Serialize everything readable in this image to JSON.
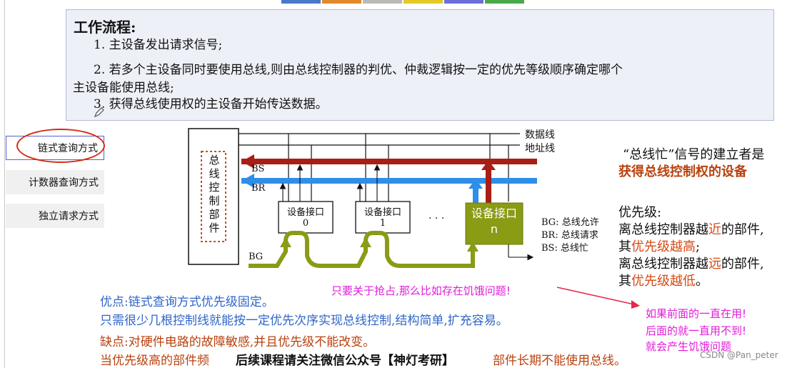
{
  "colors": {
    "top_tabs": [
      "#4a79c8",
      "#e08a2a",
      "#b9b9b9",
      "#e3c926",
      "#6b6fd6",
      "#4aa84a"
    ],
    "bs_line": "#a81d14",
    "br_line": "#2f8ee8",
    "bg_line": "#8a9b14",
    "device_n": "#8a9b14",
    "pink": "#e21cd8",
    "red_orange": "#d64a12",
    "blue_text": "#2f66c8"
  },
  "workflow": {
    "title": "工作流程:",
    "step1": "1. 主设备发出请求信号;",
    "step2a": "2. 若多个主设备同时要使用总线,则由总线控制器的判优、仲裁逻辑按一定的优先等级顺序确定哪个",
    "step2b": "主设备能使用总线;",
    "step3": "3. 获得总线使用权的主设备开始传送数据。"
  },
  "nav": {
    "chain": "链式查询方式",
    "counter": "计数器查询方式",
    "independent": "独立请求方式"
  },
  "diagram": {
    "controller_label": [
      "总",
      "线",
      "控",
      "制",
      "部",
      "件"
    ],
    "data_line": "数据线",
    "address_line": "地址线",
    "bs": "BS",
    "br": "BR",
    "bg": "BG",
    "device0_a": "设备接口",
    "device0_b": "0",
    "device1_a": "设备接口",
    "device1_b": "1",
    "dots": "· · ·",
    "devicen_a": "设备接口",
    "devicen_b": "n",
    "legend_bg": "BG: 总线允许",
    "legend_br": "BR: 总线请求",
    "legend_bs": "BS: 总线忙"
  },
  "right": {
    "busy_1": "“总线忙”信号的建立者是",
    "busy_2": "获得总线控制权的设备",
    "priority_title": "优先级:",
    "p1a": "离总线控制器越",
    "p1b": "近",
    "p1c": "的部件,",
    "p2a": "其",
    "p2b": "优先级越高",
    "p2c": ";",
    "p3a": "离总线控制器越",
    "p3b": "远",
    "p3c": "的部件,",
    "p4a": "其",
    "p4b": "优先级越低",
    "p4c": "。"
  },
  "notes": {
    "starve": "只要关于抢占,那么比如存在饥饿问题!",
    "n1": "如果前面的一直在用!",
    "n2": "后面的就一直用不到!",
    "n3": "就会产生饥饿问题"
  },
  "bottom": {
    "adv1": "优点:链式查询方式优先级固定。",
    "adv2": "只需很少几根控制线就能按一定优先次序实现总线控制,结构简单,扩充容易。",
    "dis1": "缺点:对硬件电路的故障敏感,并且优先级不能改变。",
    "dis2a": "当优先级高的部件频",
    "overlay": "后续课程请关注微信公众号【神灯考研】",
    "dis2b": "部件长期不能使用总线。",
    "watermark": "CSDN @Pan_peter"
  }
}
